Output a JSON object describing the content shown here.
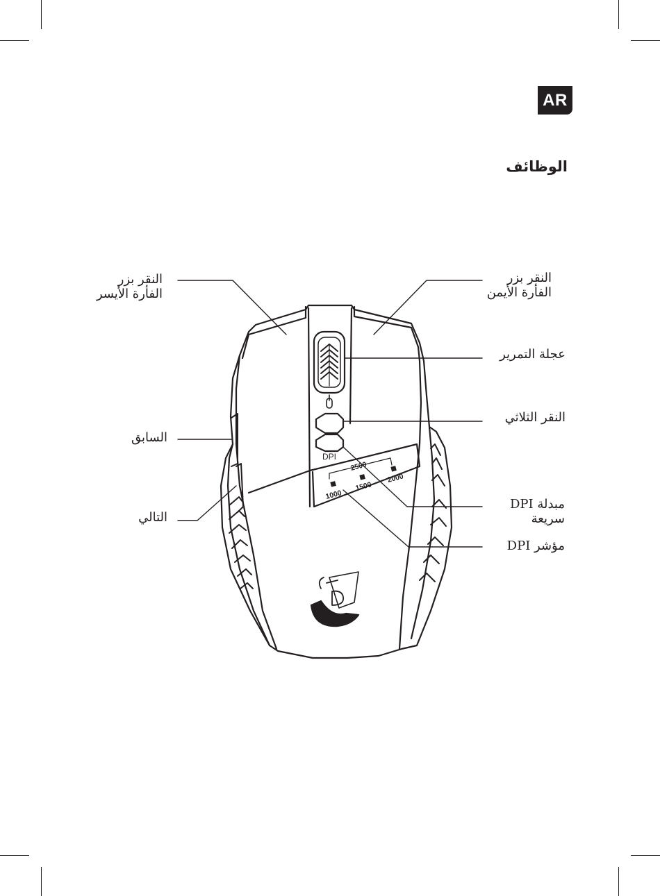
{
  "badge": {
    "label": "AR"
  },
  "section": {
    "title": "الوظائف"
  },
  "callouts": {
    "left_click": {
      "line1": "النقر بزر",
      "line2": "الفأرة الأيسر"
    },
    "right_click": {
      "line1": "النقر بزر",
      "line2": "الفأرة الأيمن"
    },
    "scroll_wheel": {
      "label": "عجلة التمرير"
    },
    "triple_click": {
      "label": "النقر الثلاثي"
    },
    "back": {
      "label": "السابق"
    },
    "forward": {
      "label": "التالي"
    },
    "dpi_switch": {
      "line1": "مبدلة DPI",
      "line2": "سريعة"
    },
    "dpi_indicator": {
      "label": "مؤشر DPI"
    }
  },
  "mouse": {
    "dpi_button_label": "DPI",
    "dpi_levels": [
      "1000",
      "1500",
      "2000",
      "2500"
    ]
  }
}
